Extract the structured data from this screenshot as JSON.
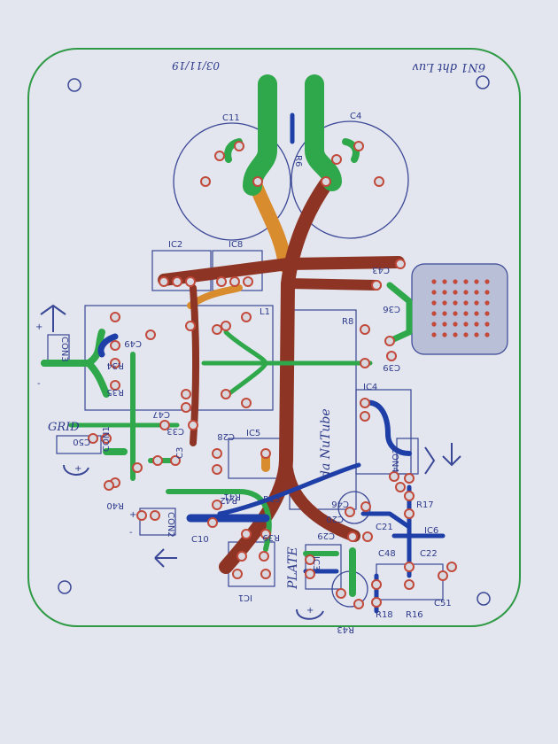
{
  "title": "6N1 dht Luv",
  "date": "03/11/19",
  "main_label": "da NuTube",
  "port_labels": {
    "grid": "GRID",
    "plate": "PLATE"
  },
  "components": {
    "c11": "C11",
    "c4": "C4",
    "r6": "R6",
    "ic2": "IC2",
    "ic8": "IC8",
    "l1": "L1",
    "r8": "R8",
    "ic4": "IC4",
    "ic5": "IC5",
    "r13": "R13",
    "r39": "R39",
    "r42": "R42",
    "r40": "R40",
    "c10": "C10",
    "c21": "C21",
    "c48": "C48",
    "c22": "C22",
    "c51": "C51",
    "r17": "R17",
    "ic6": "IC6",
    "r18": "R18",
    "r16": "R16",
    "r34": "R34",
    "r35": "R35",
    "c49": "C49",
    "c47": "C47",
    "c33": "C33",
    "c3": "C3",
    "c39": "C39",
    "c36": "C36",
    "c43": "C43",
    "c46": "C46",
    "c29": "C29",
    "c20": "C20",
    "ic3": "IC3",
    "ic1": "IC1",
    "r43": "R43",
    "con3": "CON3",
    "con1": "CON1",
    "con2": "CON2",
    "con4": "CON4",
    "c50": "C50",
    "r41": "R41",
    "c28": "C28"
  },
  "symbols": {
    "plus": "+",
    "minus": "-"
  },
  "colors": {
    "paper": "#e3e6ee",
    "board_outline": "#2f9a45",
    "top_copper_green": "#2ea84a",
    "bottom_copper_blue": "#1f3fa8",
    "trace_brown": "#8e3424",
    "trace_orange": "#d98c2e",
    "silkscreen": "#3a4796",
    "pad": "#d8d8e0",
    "heatsink": "#b9bfd6"
  }
}
